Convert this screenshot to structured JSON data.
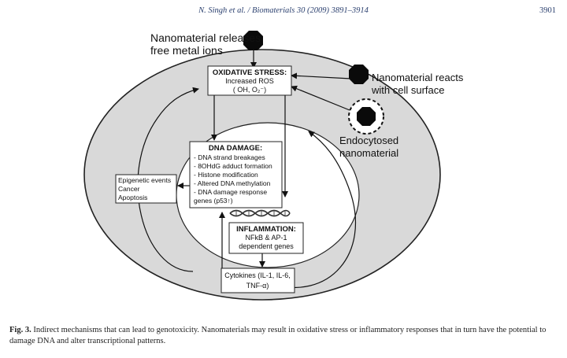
{
  "header": {
    "journal_ref": "N. Singh et al. / Biomaterials 30 (2009) 3891–3914",
    "page_number": "3901"
  },
  "figure": {
    "release_label_1": "Nanomaterial releases",
    "release_label_2": "free metal ions",
    "reacts_label_1": "Nanomaterial reacts",
    "reacts_label_2": "with cell surface",
    "endocytosed_label_1": "Endocytosed",
    "endocytosed_label_2": "nanomaterial",
    "oxidative": {
      "title": "OXIDATIVE STRESS:",
      "line1": "Increased ROS",
      "line2": "( OH, O₂⁻)"
    },
    "dna_damage": {
      "title": "DNA DAMAGE:",
      "items": [
        "- DNA strand breakages",
        "- 8OHdG adduct formation",
        "- Histone modification",
        "- Altered DNA methylation",
        "- DNA damage response",
        "genes (p53↑)"
      ]
    },
    "epigenetic": {
      "items": [
        "Epigenetic events",
        "Cancer",
        "Apoptosis"
      ]
    },
    "inflammation": {
      "title": "INFLAMMATION:",
      "line1": "NFkB & AP-1",
      "line2": "dependent genes"
    },
    "cytokines": {
      "line1": "Cytokines (IL-1, IL-6,",
      "line2": "TNF-α)"
    }
  },
  "caption": {
    "label": "Fig. 3.",
    "text": " Indirect mechanisms that can lead to genotoxicity. Nanomaterials may result in oxidative stress or inflammatory responses that in turn have the potential to damage DNA and alter transcriptional patterns."
  }
}
